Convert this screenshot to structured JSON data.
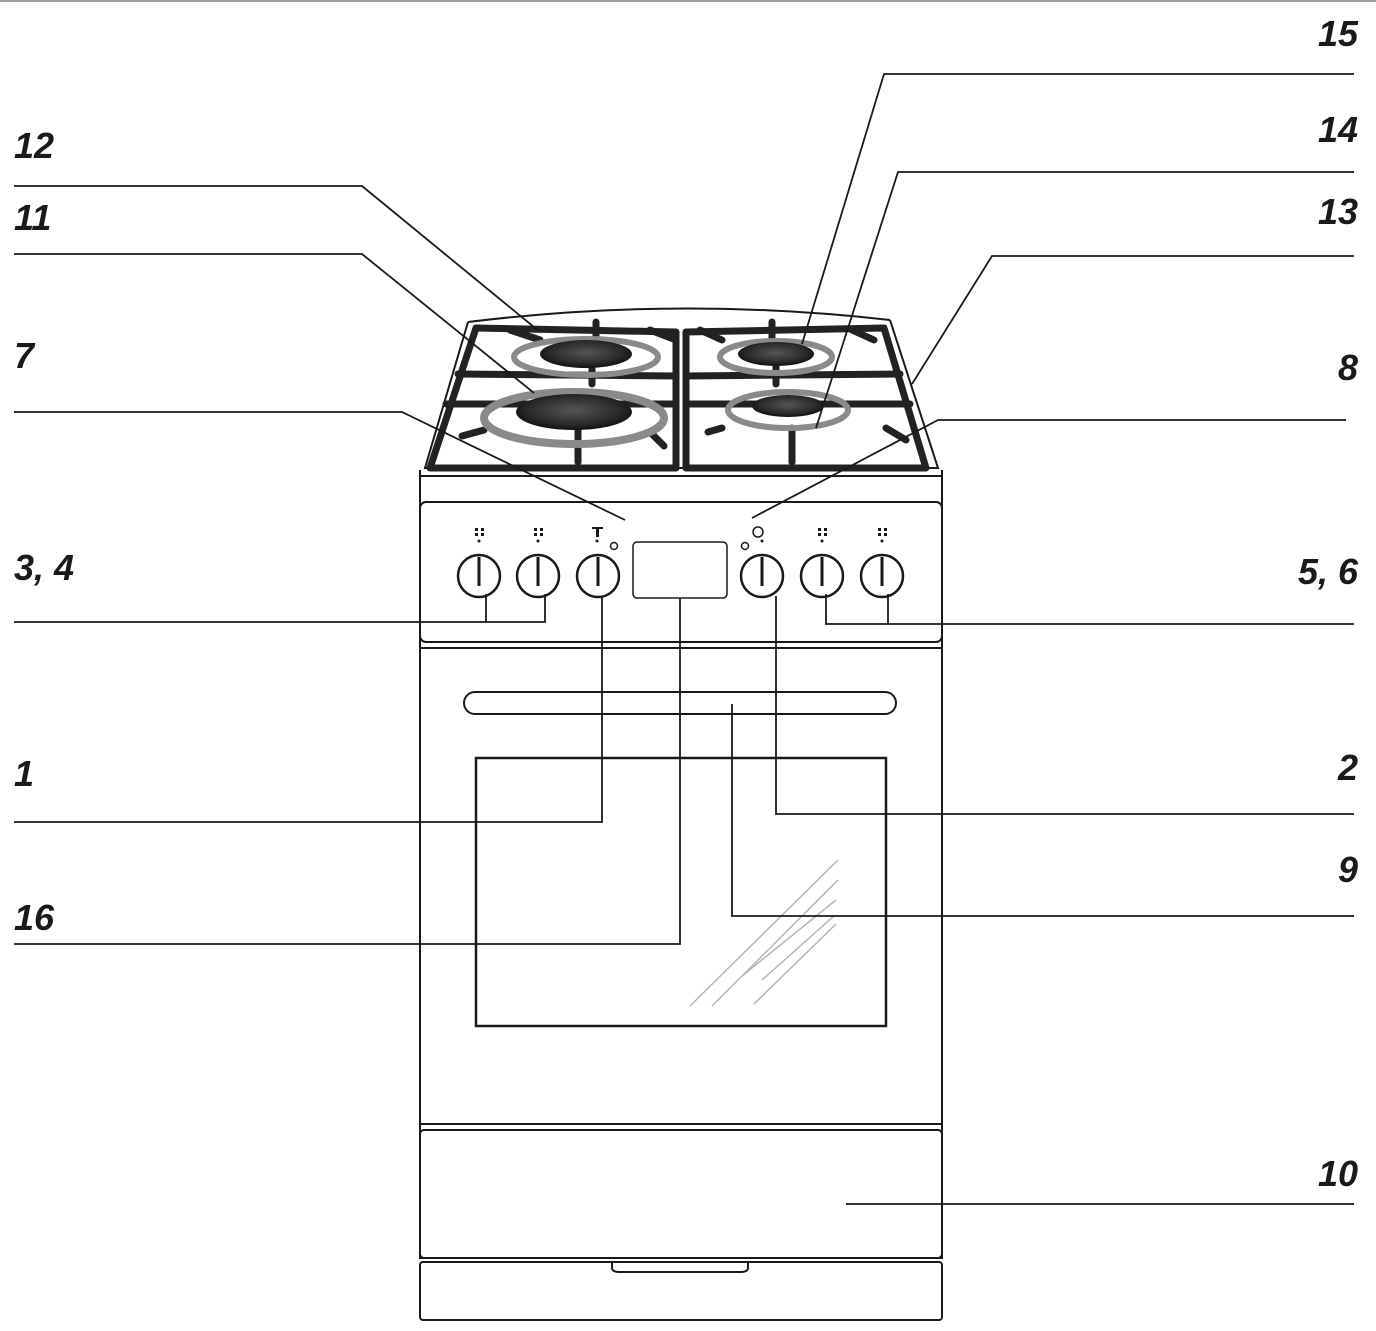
{
  "diagram": {
    "callouts": [
      {
        "id": "c1",
        "label": "1"
      },
      {
        "id": "c2",
        "label": "2"
      },
      {
        "id": "c3",
        "label": "3, 4"
      },
      {
        "id": "c5",
        "label": "5, 6"
      },
      {
        "id": "c7",
        "label": "7"
      },
      {
        "id": "c8",
        "label": "8"
      },
      {
        "id": "c9",
        "label": "9"
      },
      {
        "id": "c10",
        "label": "10"
      },
      {
        "id": "c11",
        "label": "11"
      },
      {
        "id": "c12",
        "label": "12"
      },
      {
        "id": "c13",
        "label": "13"
      },
      {
        "id": "c14",
        "label": "14"
      },
      {
        "id": "c15",
        "label": "15"
      },
      {
        "id": "c16",
        "label": "16"
      }
    ],
    "colors": {
      "line": "#1a1a1a",
      "burner": "#2b2b2b",
      "ring": "#8a8a8a",
      "glass": "#b5b5b5"
    }
  }
}
